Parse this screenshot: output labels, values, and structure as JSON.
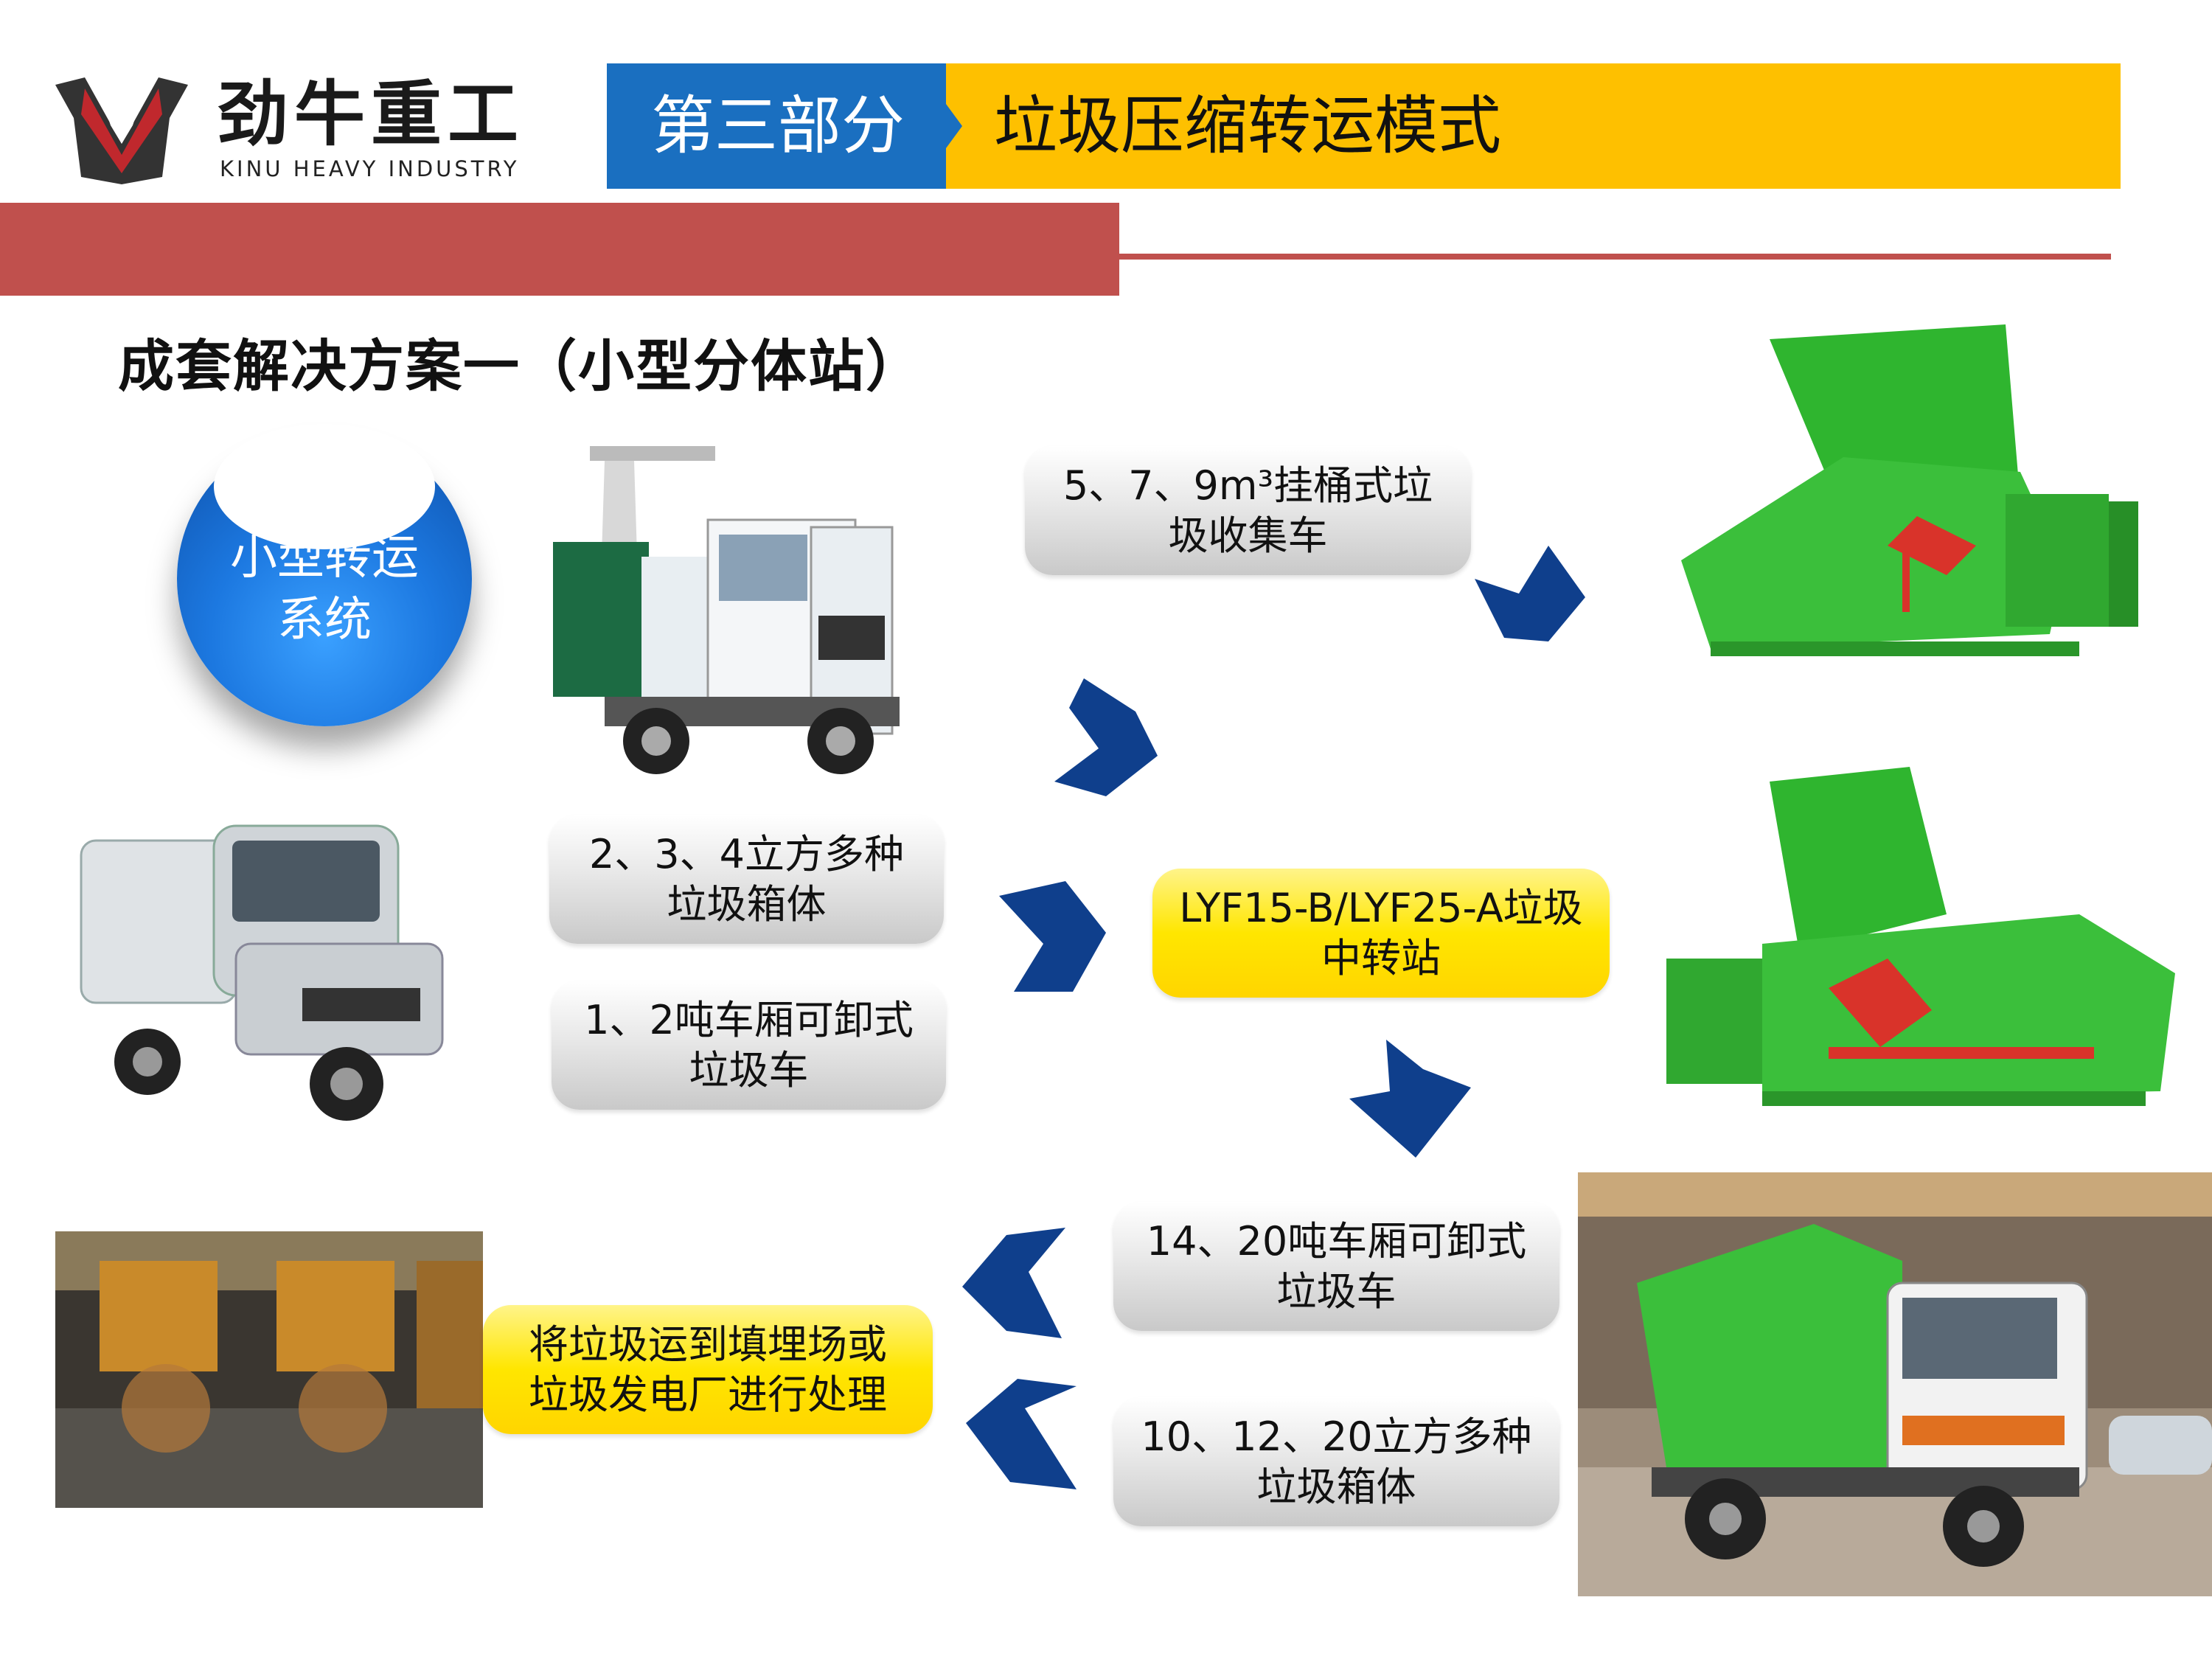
{
  "logo": {
    "company_cn": "劲牛重工",
    "company_en": "KINU HEAVY INDUSTRY"
  },
  "header": {
    "part_label": "第三部分",
    "section_title": "垃圾压缩转运模式",
    "part_color": "#1a6fc0",
    "title_color": "#fec000",
    "accent_red": "#c0504d"
  },
  "subtitle": "成套解决方案一（小型分体站）",
  "sphere": {
    "line1": "小型转运",
    "line2": "系统"
  },
  "labels": {
    "bucket_truck": {
      "line1": "5、7、9m³挂桶式垃",
      "line2": "圾收集车"
    },
    "small_bins": {
      "line1": "2、3、4立方多种",
      "line2": "垃圾箱体"
    },
    "small_truck": {
      "line1": "1、2吨车厢可卸式",
      "line2": "垃圾车"
    },
    "station": {
      "line1": "LYF15-B/LYF25-A垃圾",
      "line2": "中转站"
    },
    "big_truck": {
      "line1": "14、20吨车厢可卸式",
      "line2": "垃圾车"
    },
    "big_bins": {
      "line1": "10、12、20立方多种",
      "line2": "垃圾箱体"
    },
    "disposal": {
      "line1": "将垃圾运到填埋场或",
      "line2": "垃圾发电厂进行处理"
    }
  },
  "colors": {
    "chevron": "#0f3f8c",
    "machine_green": "#3bbf3b",
    "machine_red": "#d9332a"
  }
}
